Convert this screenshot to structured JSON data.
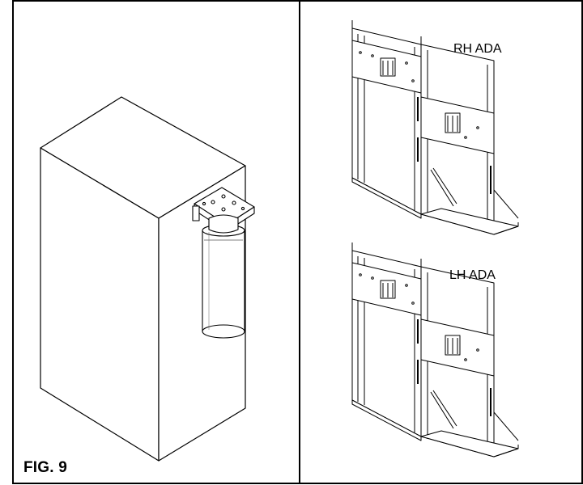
{
  "figure": {
    "label": "FIG. 9"
  },
  "views": {
    "rh": {
      "label": "RH ADA"
    },
    "lh": {
      "label": "LH ADA"
    }
  }
}
